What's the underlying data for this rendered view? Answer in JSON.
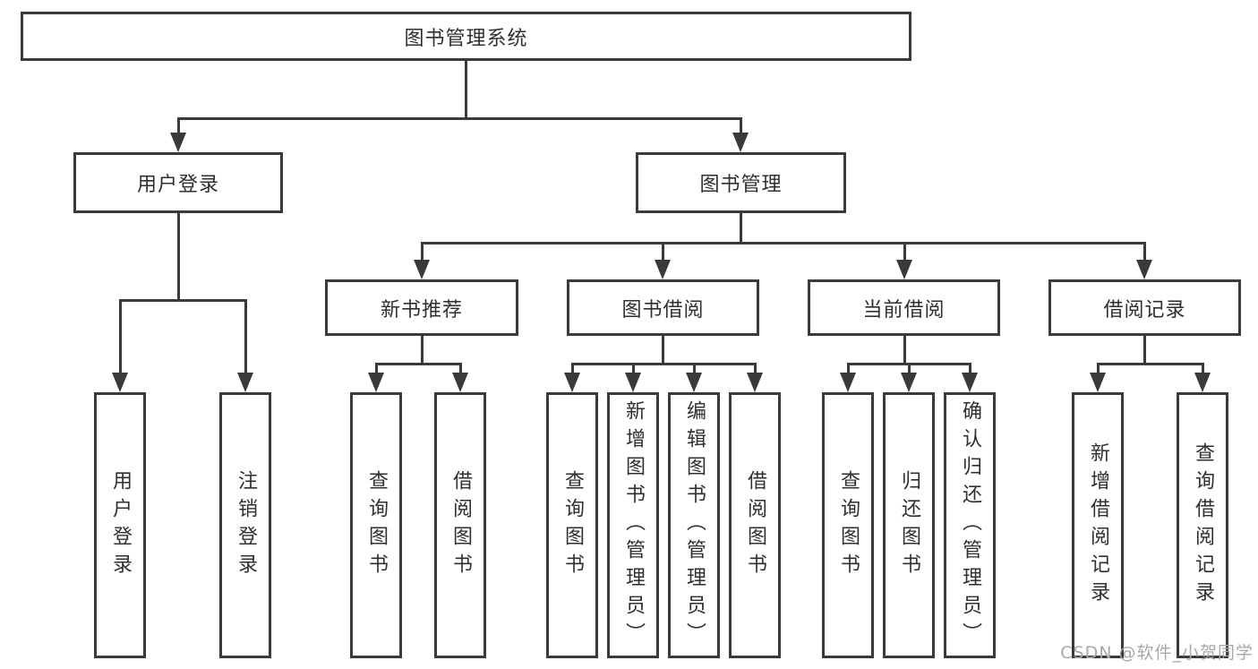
{
  "nodes": {
    "root": {
      "label": "图书管理系统"
    },
    "branches": [
      {
        "label": "用户登录",
        "children": [
          {
            "label": "用户登录"
          },
          {
            "label": "注销登录"
          }
        ]
      },
      {
        "label": "图书管理",
        "children": [
          {
            "label": "新书推荐",
            "children": [
              {
                "label": "查询图书"
              },
              {
                "label": "借阅图书"
              }
            ]
          },
          {
            "label": "图书借阅",
            "children": [
              {
                "label": "查询图书"
              },
              {
                "label": "新增图书（管理员）"
              },
              {
                "label": "编辑图书（管理员）"
              },
              {
                "label": "借阅图书"
              }
            ]
          },
          {
            "label": "当前借阅",
            "children": [
              {
                "label": "查询图书"
              },
              {
                "label": "归还图书"
              },
              {
                "label": "确认归还（管理员）"
              }
            ]
          },
          {
            "label": "借阅记录",
            "children": [
              {
                "label": "新增借阅记录"
              },
              {
                "label": "查询借阅记录"
              }
            ]
          }
        ]
      }
    ]
  },
  "watermark": {
    "text": "CSDN @软件_小贺同学"
  },
  "colors": {
    "line": "#3a3a3a",
    "text": "#2f2f2f",
    "background": "#ffffff",
    "watermark": "#a8a8a8"
  }
}
